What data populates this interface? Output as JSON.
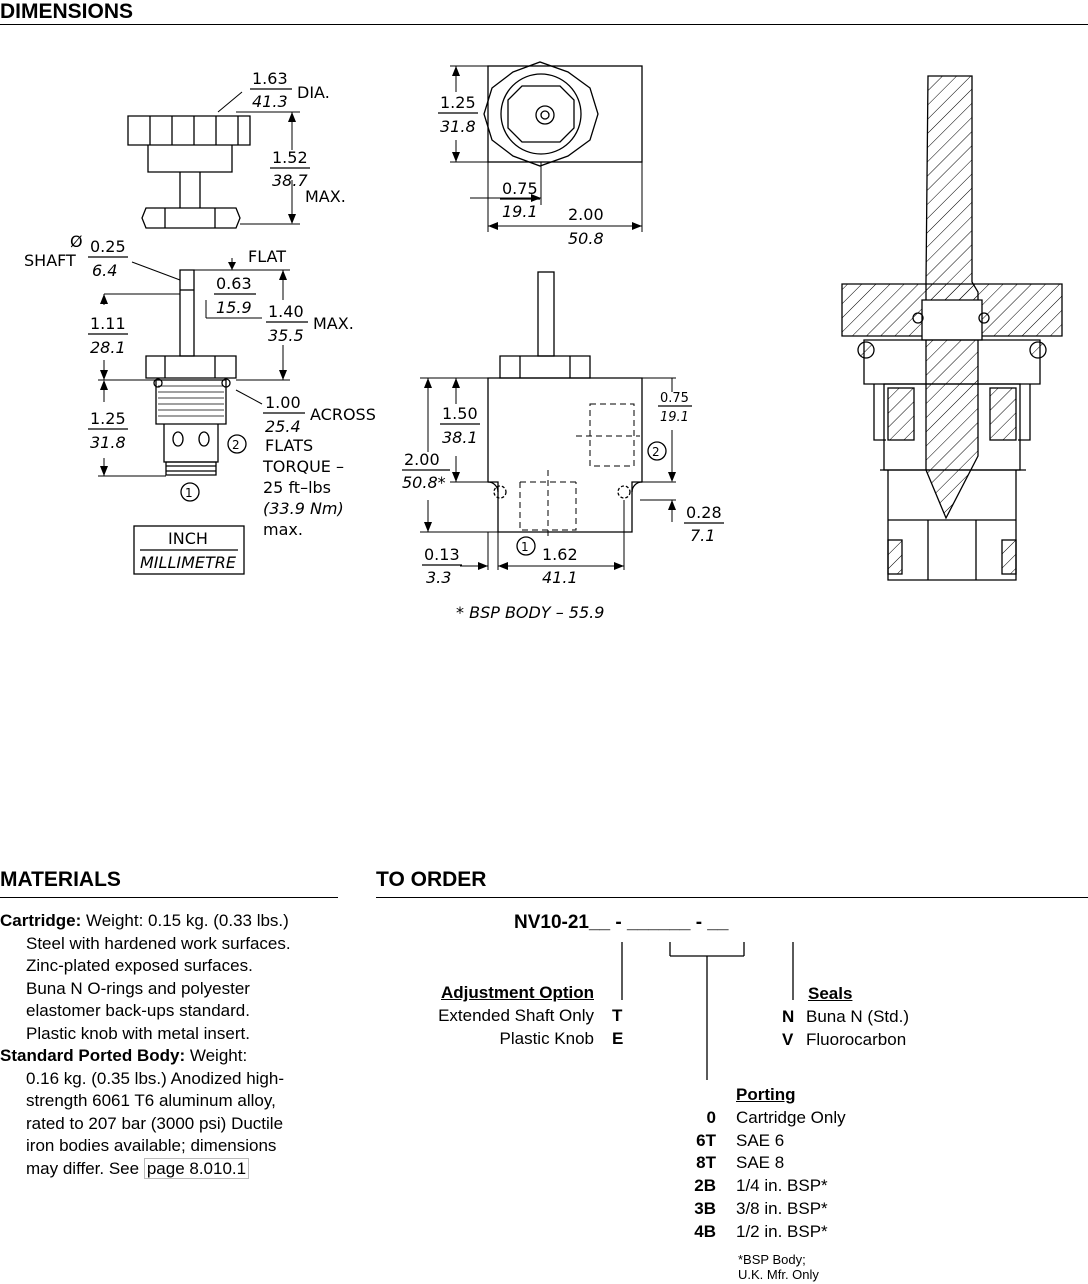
{
  "dimensions": {
    "title": "DIMENSIONS",
    "labels": {
      "knob_dia_in": "1.63",
      "knob_dia_mm": "41.3",
      "dia": "DIA.",
      "knob_h_in": "1.52",
      "knob_h_mm": "38.7",
      "max1": "MAX.",
      "shaft_label": "SHAFT",
      "shaft_in": "0.25",
      "shaft_mm": "6.4",
      "dia_symbol": "Ø",
      "flat": "FLAT",
      "flat_in": "0.63",
      "flat_mm": "15.9",
      "stem_h_in": "1.40",
      "stem_h_mm": "35.5",
      "max2": "MAX.",
      "shaft_len_in": "1.11",
      "shaft_len_mm": "28.1",
      "hex_in": "1.00",
      "hex_mm": "25.4",
      "across": "ACROSS",
      "flats": "FLATS",
      "cart_in": "1.25",
      "cart_mm": "31.8",
      "torque": "TORQUE –",
      "torque_val": "25 ft–lbs",
      "torque_nm": "(33.9 Nm)",
      "torque_max": "max.",
      "port1": "1",
      "port2": "2",
      "legend_inch": "INCH",
      "legend_mm": "MILLIMETRE",
      "top_h_in": "1.25",
      "top_h_mm": "31.8",
      "top_c_in": "0.75",
      "top_c_mm": "19.1",
      "top_w_in": "2.00",
      "top_w_mm": "50.8",
      "body_h_in": "1.50",
      "body_h_mm": "38.1",
      "body_tot_in": "2.00",
      "body_tot_mm": "50.8*",
      "port_off_in": "0.75",
      "port_off_mm": "19.1",
      "hole_in": "0.28",
      "hole_mm": "7.1",
      "edge_in": "0.13",
      "edge_mm": "3.3",
      "holes_in": "1.62",
      "holes_mm": "41.1",
      "bsp_note": "* BSP BODY – 55.9"
    }
  },
  "materials": {
    "title": "MATERIALS",
    "cartridge_label": "Cartridge:",
    "cartridge_first": "Weight: 0.15 kg. (0.33 lbs.)",
    "cartridge_lines": [
      "Steel with hardened work surfaces.",
      "Zinc-plated exposed surfaces.",
      "Buna N O-rings and polyester",
      "elastomer back-ups standard.",
      "Plastic knob with metal insert."
    ],
    "body_label": "Standard Ported Body:",
    "body_first": "Weight:",
    "body_lines": [
      "0.16 kg. (0.35 lbs.) Anodized high-",
      "strength 6061 T6 aluminum alloy,",
      "rated to 207 bar (3000 psi) Ductile",
      "iron bodies available; dimensions"
    ],
    "body_last": "may differ. See",
    "page_link": "page 8.010.1"
  },
  "to_order": {
    "title": "TO ORDER",
    "model": "NV10-21__ - ______ - __",
    "adjustment": {
      "title": "Adjustment Option",
      "options": [
        {
          "label": "Extended Shaft Only",
          "code": "T"
        },
        {
          "label": "Plastic Knob",
          "code": "E"
        }
      ]
    },
    "seals": {
      "title": "Seals",
      "options": [
        {
          "code": "N",
          "label": "Buna N (Std.)"
        },
        {
          "code": "V",
          "label": "Fluorocarbon"
        }
      ]
    },
    "porting": {
      "title": "Porting",
      "options": [
        {
          "code": "0",
          "label": "Cartridge Only"
        },
        {
          "code": "6T",
          "label": "SAE 6"
        },
        {
          "code": "8T",
          "label": "SAE 8"
        },
        {
          "code": "2B",
          "label": "1/4 in. BSP*"
        },
        {
          "code": "3B",
          "label": "3/8 in. BSP*"
        },
        {
          "code": "4B",
          "label": "1/2 in. BSP*"
        }
      ]
    },
    "footnote": [
      "*BSP Body;",
      "U.K. Mfr. Only"
    ]
  }
}
